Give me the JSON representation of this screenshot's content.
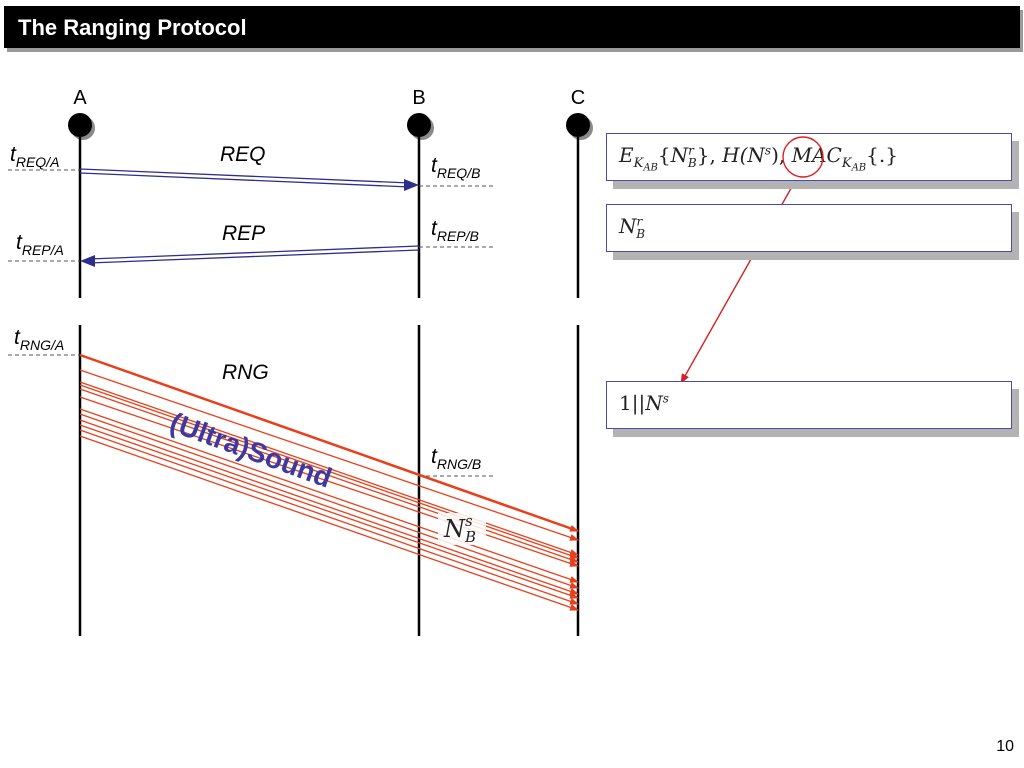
{
  "slide": {
    "title": "The Ranging Protocol",
    "page_number": "10"
  },
  "colors": {
    "request_arrow": "#2e2e8c",
    "ranging_signal": "#e8401c",
    "highlight_circle": "#e02020",
    "pointer_arrow": "#d42020",
    "ultrasound_label": "#3a3aa0",
    "box_border": "#4a4ab4",
    "box_shadow": "#b3b3b3"
  },
  "nodes": [
    {
      "label": "A"
    },
    {
      "label": "B"
    },
    {
      "label": "C"
    }
  ],
  "messages": {
    "req": "REQ",
    "rep": "REP",
    "rng": "RNG",
    "ultrasound": "(Ultra)Sound"
  },
  "timestamps": {
    "req_a": {
      "base": "t",
      "sub": "REQ/A"
    },
    "req_b": {
      "base": "t",
      "sub": "REQ/B"
    },
    "rep_a": {
      "base": "t",
      "sub": "REP/A"
    },
    "rep_b": {
      "base": "t",
      "sub": "REP/B"
    },
    "rng_a": {
      "base": "t",
      "sub": "RNG/A"
    },
    "rng_b": {
      "base": "t",
      "sub": "RNG/B"
    }
  },
  "payload_label": {
    "base": "N",
    "sub": "B",
    "sup": "s"
  },
  "boxes": {
    "req_content": {
      "E": "E",
      "K": "K",
      "AB": "AB",
      "ob": "{",
      "N": "N",
      "B": "B",
      "r": "r",
      "cb": "}, ",
      "H": "H(",
      "Ns": "N",
      "s": "s",
      "close": "), ",
      "MAC": "MAC",
      "K2": "K",
      "AB2": "AB",
      "dot": "{.}"
    },
    "rep_content": {
      "N": "N",
      "sub": "B",
      "sup": "r"
    },
    "rng_content": {
      "prefix": "1||",
      "N": "N",
      "sup": "s"
    }
  },
  "icons": {
    "node_marker": "filled-circle-icon",
    "highlight": "circle-outline-icon"
  }
}
